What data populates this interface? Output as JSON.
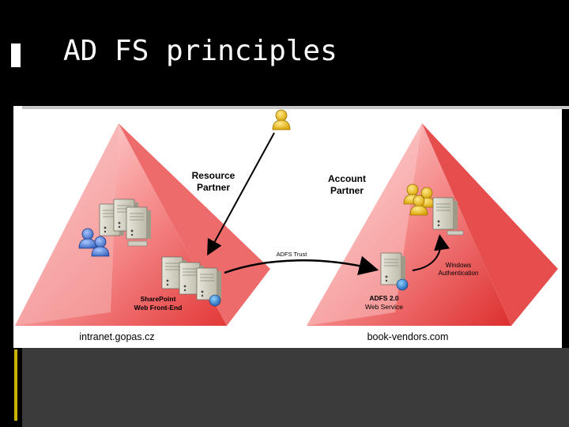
{
  "slide": {
    "title": "AD FS principles"
  },
  "diagram": {
    "resource_partner_label_line1": "Resource",
    "resource_partner_label_line2": "Partner",
    "account_partner_label_line1": "Account",
    "account_partner_label_line2": "Partner",
    "trust_label": "ADFS Trust",
    "windows_auth_line1": "Windows",
    "windows_auth_line2": "Authentication",
    "sharepoint_label_line1": "SharePoint",
    "sharepoint_label_line2": "Web Front-End",
    "adfs_label_line1": "ADFS 2.0",
    "adfs_label_line2": "Web Service",
    "left_domain": "intranet.gopas.cz",
    "right_domain": "book-vendors.com"
  },
  "colors": {
    "background": "#000000",
    "slide_bg": "#ffffff",
    "title": "#ffffff",
    "accent_yellow": "#c8b400",
    "pyramid_light": "#ffe6e6",
    "pyramid_dark": "#e83a3a",
    "bottom_bar": "#3a3a3a"
  },
  "icons": [
    "user-icon",
    "user-group-icon",
    "server-icon",
    "globe-icon"
  ]
}
